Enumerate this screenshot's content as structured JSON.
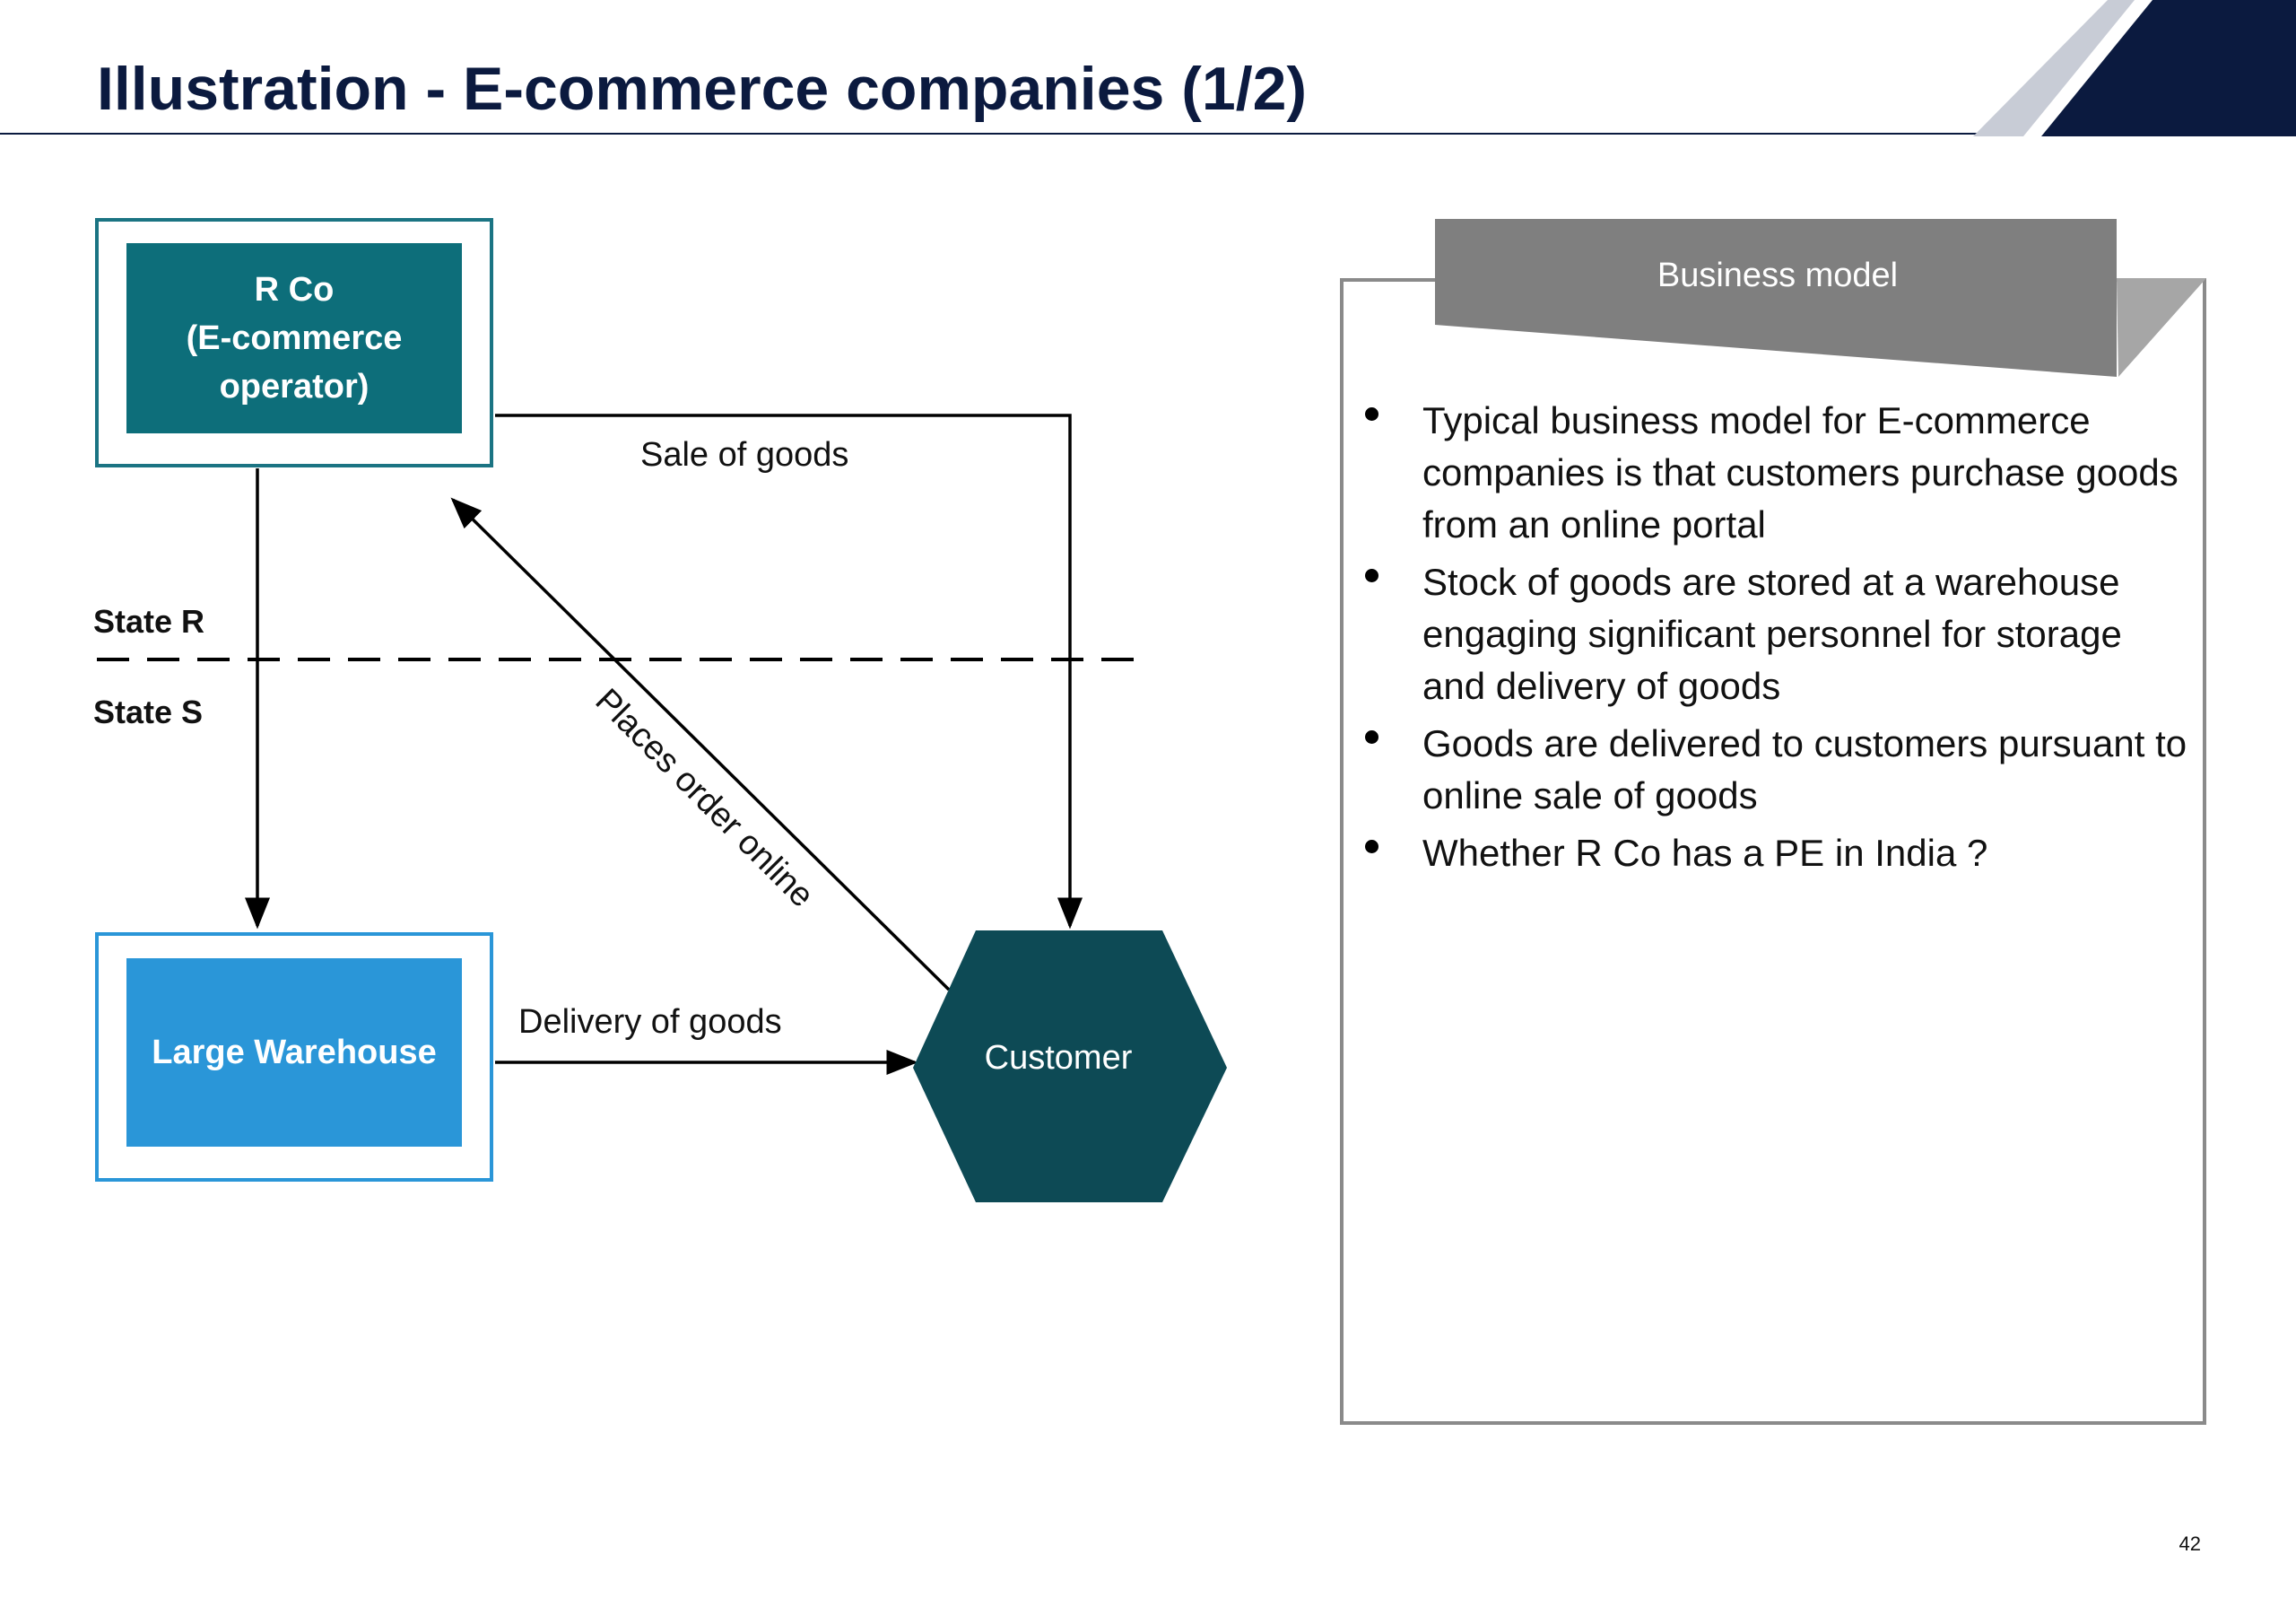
{
  "page": {
    "title": "Illustration - E-commerce companies (1/2)",
    "page_number": "42"
  },
  "colors": {
    "navy": "#0b1a3f",
    "rco_fill": "#0d6e7a",
    "warehouse_fill": "#2a96d8",
    "customer_fill": "#0d4a55",
    "panel_header": "#7f7f7f"
  },
  "diagram": {
    "rco_lines": [
      "R Co",
      "(E-commerce",
      "operator)"
    ],
    "warehouse_label": "Large Warehouse",
    "customer_label": "Customer",
    "state_r": "State R",
    "state_s": "State S",
    "sale_label": "Sale of goods",
    "order_label": "Places order online",
    "delivery_label": "Delivery of goods"
  },
  "panel": {
    "header": "Business model",
    "bullets": [
      "Typical business model for E-commerce companies is that customers purchase goods from an online portal",
      "Stock of goods are stored at a warehouse engaging significant personnel for storage and delivery of goods",
      "Goods are delivered to customers pursuant to online sale of goods",
      "Whether R Co has a PE in India ?"
    ]
  }
}
